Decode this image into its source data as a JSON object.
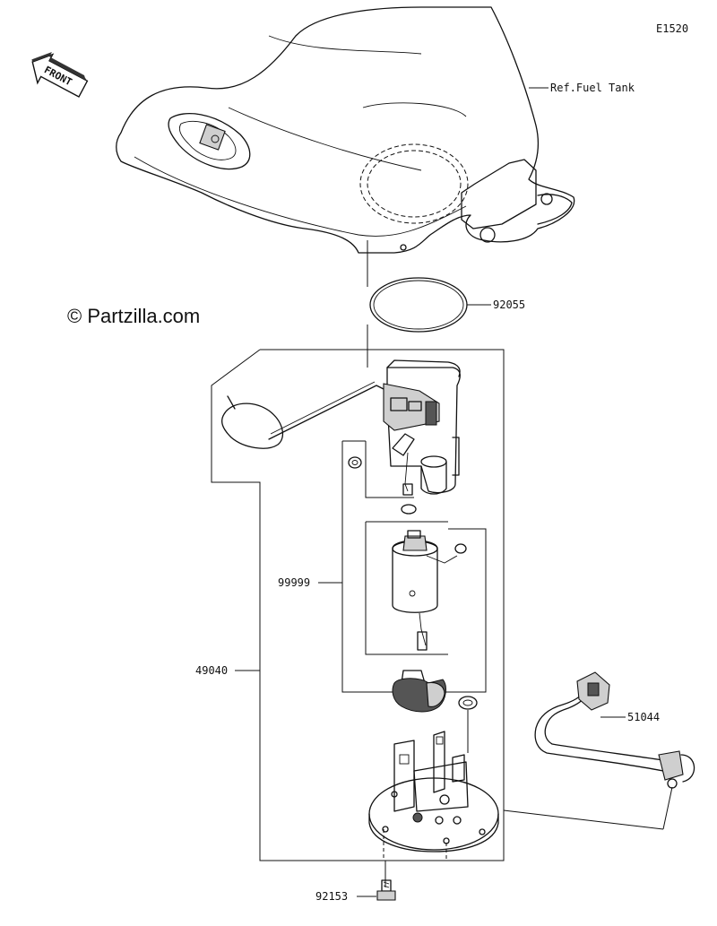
{
  "diagram": {
    "code": "E1520",
    "copyright": "© Partzilla.com",
    "front_label": "FRONT",
    "ref_label": "Ref.Fuel Tank",
    "parts": {
      "gasket": "92055",
      "pump_assy": "49040",
      "pump_sub": "99999",
      "hose": "51044",
      "bolt": "92153"
    }
  }
}
